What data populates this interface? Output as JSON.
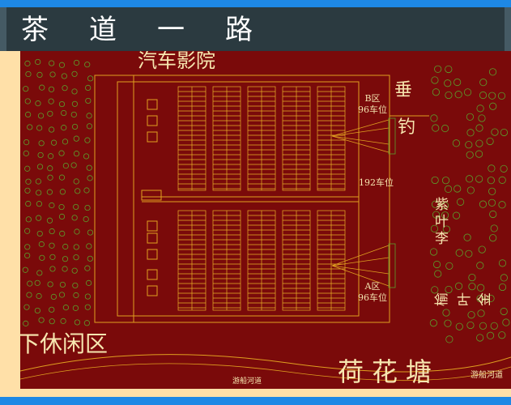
{
  "background_view": {
    "road_label_chars": [
      "茶",
      "道",
      "一",
      "路"
    ]
  },
  "plan": {
    "cinema_label": "汽车影院",
    "zone_b": {
      "name": "B区",
      "capacity": "96车位"
    },
    "zone_a": {
      "name": "A区",
      "capacity": "96车位"
    },
    "total_capacity": "192车位",
    "fishing_chars": [
      "垂",
      "钓"
    ],
    "tree_chars": [
      "紫",
      "叶",
      "李"
    ],
    "bamboo_chars": [
      "金",
      "叶",
      "榆"
    ],
    "leisure_label": "下休闲区",
    "pond_label": "荷花塘",
    "canal_left": "游船河道",
    "canal_right": "游船河道"
  },
  "colors": {
    "frame_blue": "#1e88e5",
    "canvas_red": "#7a0a0a",
    "cad_yellow": "#e0a020",
    "tree_green": "#5aa02c",
    "text_cream": "#f7e7b0",
    "cream_strip": "#ffe0a8",
    "background_dark": "#2b3a40"
  }
}
